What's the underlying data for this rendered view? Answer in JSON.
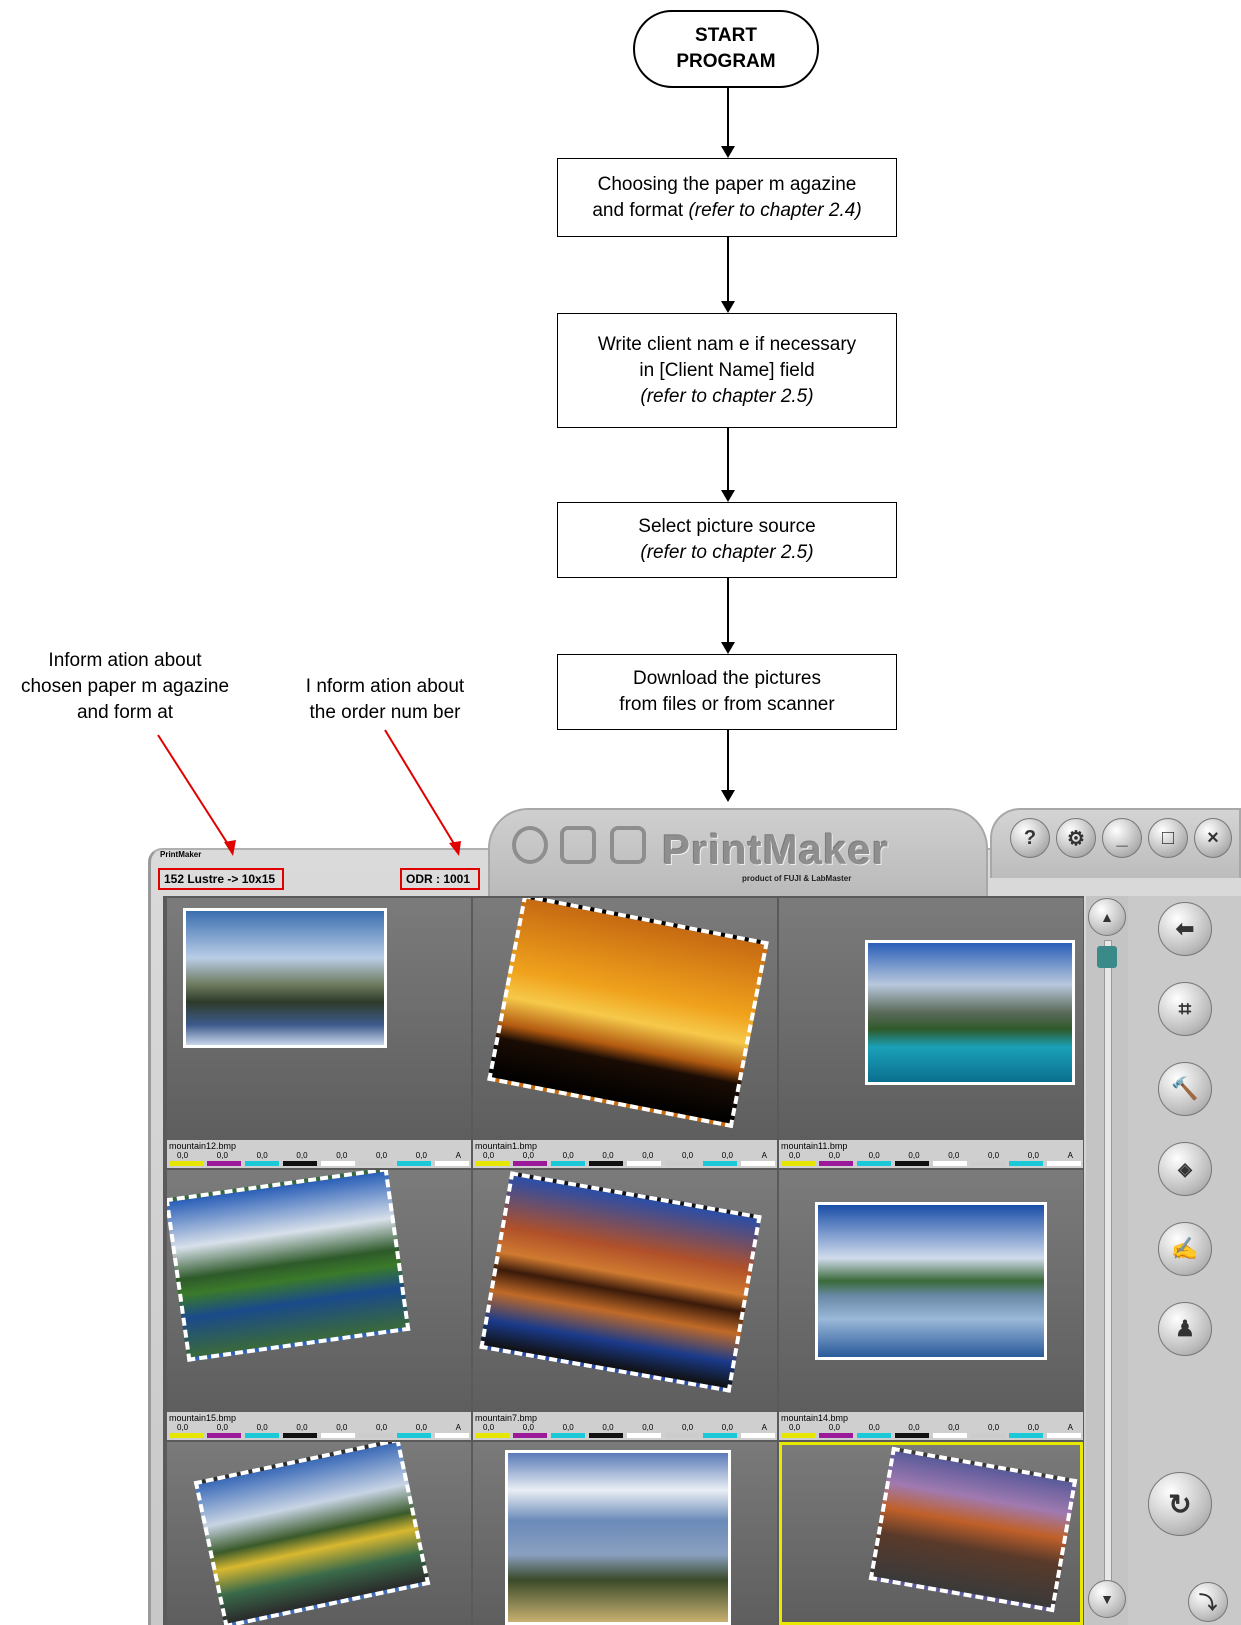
{
  "flowchart": {
    "start": [
      "START",
      "PROGRAM"
    ],
    "steps": [
      {
        "line1": "Choosing the paper m agazine",
        "line2a": "and format ",
        "line2b": "(refer to chapter 2.4)"
      },
      {
        "line1": "Write client nam e if necessary",
        "line2": "in [Client Name] field",
        "line3": "(refer to chapter 2.5)"
      },
      {
        "line1": "Select picture source",
        "line2": "(refer to chapter 2.5)"
      },
      {
        "line1": "Download the pictures",
        "line2": "from  files or from  scanner"
      }
    ]
  },
  "callouts": {
    "paper": [
      "Inform ation about",
      "chosen paper m agazine",
      "and form at"
    ],
    "order": [
      "I nform ation about",
      "the order num ber"
    ]
  },
  "app": {
    "name": "PrintMaker",
    "subtitle": "product of FUJI & LabMaster",
    "small_title": "PrintMaker",
    "paper_info": "152 Lustre -> 10x15",
    "order_info": "ODR : 1001",
    "window_buttons": [
      "?",
      "⚙",
      "_",
      "□",
      "×"
    ],
    "icons": {
      "help": "help-icon",
      "settings": "gear-icon",
      "minimize": "minimize-icon",
      "maximize": "maximize-icon",
      "close": "close-icon"
    },
    "tools": [
      "back-arrow-icon",
      "crop-icon",
      "hammer-icon",
      "color-palette-icon",
      "hand-edit-icon",
      "person-icon"
    ],
    "images": [
      {
        "name": "mountain12.bmp",
        "vals": [
          "0,0",
          "0,0",
          "0,0",
          "0,0",
          "0,0",
          "0,0",
          "0,0",
          "A"
        ]
      },
      {
        "name": "mountain1.bmp",
        "vals": [
          "0,0",
          "0,0",
          "0,0",
          "0,0",
          "0,0",
          "0,0",
          "0,0",
          "A"
        ]
      },
      {
        "name": "mountain11.bmp",
        "vals": [
          "0,0",
          "0,0",
          "0,0",
          "0,0",
          "0,0",
          "0,0",
          "0,0",
          "A"
        ]
      },
      {
        "name": "mountain15.bmp",
        "vals": [
          "0,0",
          "0,0",
          "0,0",
          "0,0",
          "0,0",
          "0,0",
          "0,0",
          "A"
        ]
      },
      {
        "name": "mountain7.bmp",
        "vals": [
          "0,0",
          "0,0",
          "0,0",
          "0,0",
          "0,0",
          "0,0",
          "0,0",
          "A"
        ]
      },
      {
        "name": "mountain14.bmp",
        "vals": [
          "0,0",
          "0,0",
          "0,0",
          "0,0",
          "0,0",
          "0,0",
          "0,0",
          "A"
        ]
      }
    ],
    "colors": {
      "highlight": "#e00000",
      "selected_outline": "#e8e800"
    }
  }
}
